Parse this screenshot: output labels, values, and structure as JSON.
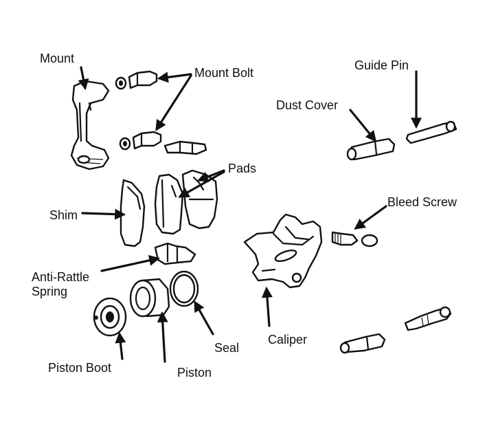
{
  "labels": {
    "mount": "Mount",
    "mount_bolt": "Mount Bolt",
    "guide_pin": "Guide Pin",
    "dust_cover": "Dust Cover",
    "pads": "Pads",
    "bleed_screw": "Bleed Screw",
    "shim": "Shim",
    "anti_rattle_1": "Anti-Rattle",
    "anti_rattle_2": "Spring",
    "caliper": "Caliper",
    "piston_boot": "Piston Boot",
    "piston": "Piston",
    "seal": "Seal"
  }
}
